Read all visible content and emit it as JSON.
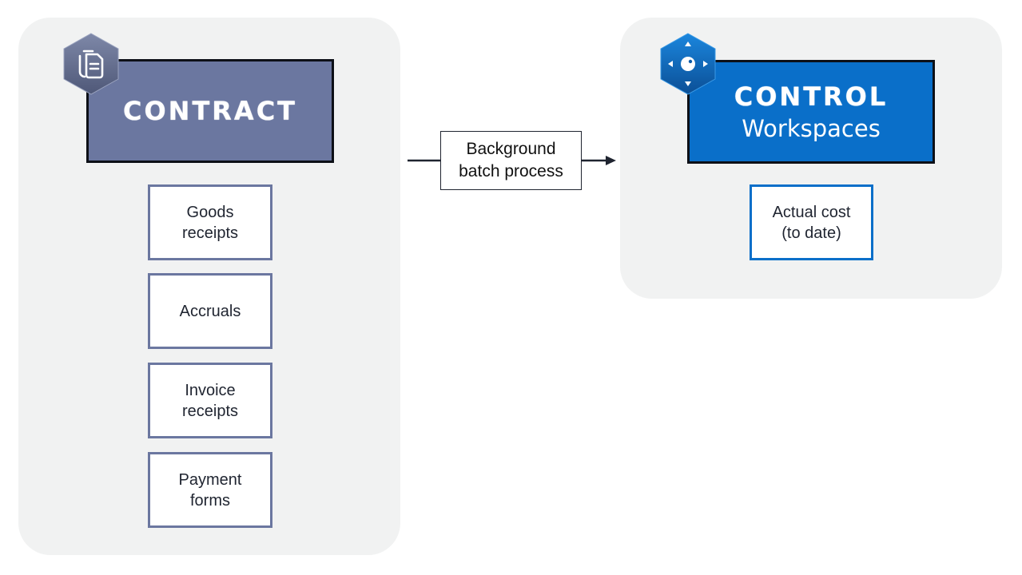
{
  "contract": {
    "title": "CONTRACT",
    "items": [
      {
        "label": "Goods\nreceipts"
      },
      {
        "label": "Accruals"
      },
      {
        "label": "Invoice\nreceipts"
      },
      {
        "label": "Payment\nforms"
      }
    ],
    "color": "#6b77a0",
    "icon": "document-stack-icon"
  },
  "connector": {
    "label": "Background\nbatch process"
  },
  "control": {
    "title": "CONTROL",
    "subtitle": "Workspaces",
    "items": [
      {
        "label": "Actual cost\n(to date)"
      }
    ],
    "color": "#0a6fc9",
    "icon": "navigation-dpad-icon"
  },
  "colors": {
    "panel_bg": "#f1f2f2",
    "contract_accent": "#6b77a0",
    "control_accent": "#0a6fc9",
    "border_dark": "#0d1017"
  }
}
